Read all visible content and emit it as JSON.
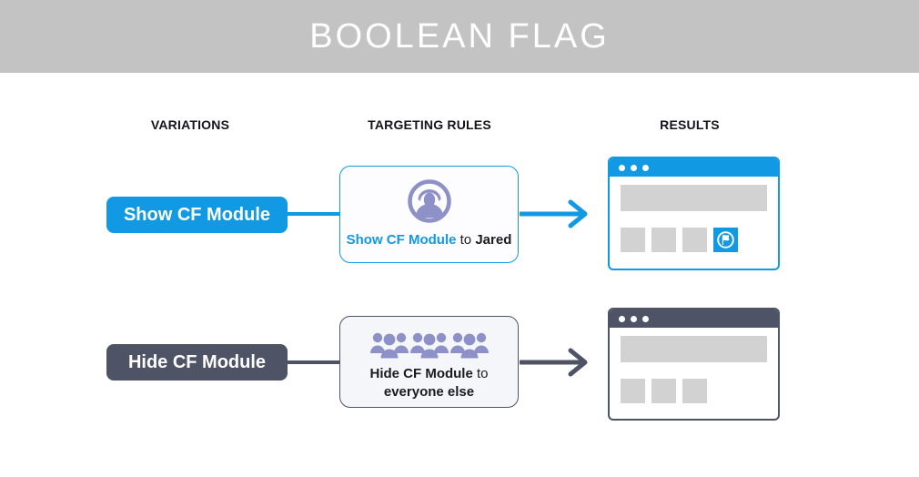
{
  "title": "BOOLEAN FLAG",
  "columns": {
    "variations": "VARIATIONS",
    "targeting": "TARGETING RULES",
    "results": "RESULTS"
  },
  "colors": {
    "accent_blue": "#1199e4",
    "accent_dark": "#4e5365",
    "icon_purple": "#8d91c7",
    "header_gray": "#c3c3c3",
    "placeholder_gray": "#d2d2d3"
  },
  "rows": [
    {
      "variation_label": "Show CF Module",
      "rule": {
        "flag": "Show CF Module",
        "connector": "to",
        "target": "Jared"
      },
      "rule_icon": "single-user-avatar",
      "result": {
        "module_visible": true,
        "placeholder_blocks": 3
      }
    },
    {
      "variation_label": "Hide CF Module",
      "rule": {
        "flag": "Hide CF Module",
        "connector": "to",
        "target": "everyone else"
      },
      "rule_icon": "crowd-of-users",
      "result": {
        "module_visible": false,
        "placeholder_blocks": 3
      }
    }
  ]
}
